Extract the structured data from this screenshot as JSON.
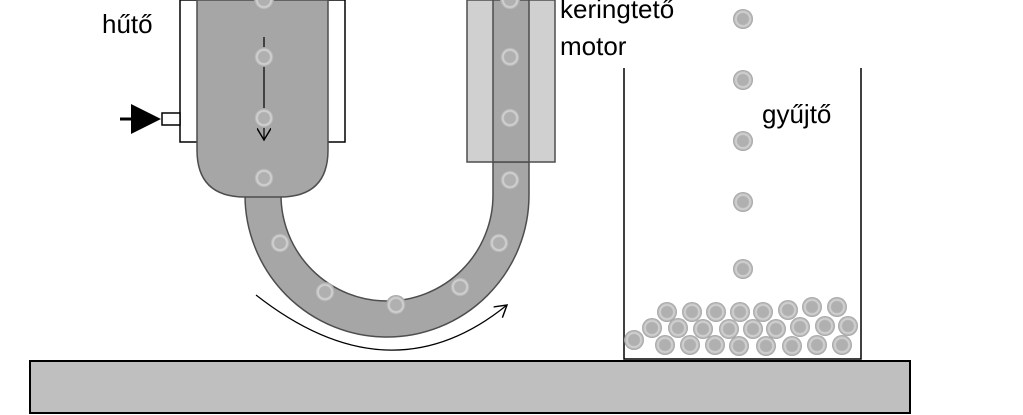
{
  "labels": {
    "cooler": "hűtő",
    "motor_line1": "keringtető",
    "motor_line2": "motor",
    "collector": "gyűjtő"
  },
  "colors": {
    "tube_fill": "#a6a6a6",
    "tube_stroke": "#4d4d4d",
    "base_fill": "#bfbfbf",
    "motor_fill": "#d0d0d0",
    "ball_fill": "#b3b3b3",
    "ball_highlight": "#d9d9d9",
    "line": "#000000"
  },
  "icons": {
    "inlet": "arrow-right-icon",
    "flow": "arrow-down-icon",
    "rotation": "curved-arrow-icon"
  }
}
